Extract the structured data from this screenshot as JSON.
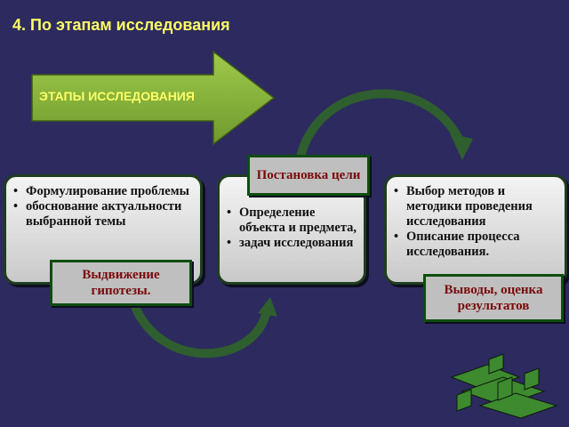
{
  "slide": {
    "title": "4. По этапам исследования"
  },
  "banner": {
    "label": "ЭТАПЫ ИССЛЕДОВАНИЯ"
  },
  "stages": [
    {
      "items": [
        "Формулирование проблемы",
        "обоснование актуальности выбранной темы"
      ]
    },
    {
      "items": [
        "Определение объекта и предмета,",
        "задач исследования"
      ]
    },
    {
      "items": [
        "Выбор методов и методики проведения исследования",
        "Описание процесса исследования."
      ]
    }
  ],
  "tags": {
    "goal": "Постановка цели",
    "hypothesis": "Выдвижение гипотезы.",
    "results": "Выводы, оценка результатов"
  },
  "colors": {
    "background": "#2c2a5e",
    "title": "#ffff66",
    "arrow": "#8fb83f",
    "connector": "#2f5e2f",
    "tag_text": "#7a0a0a"
  }
}
